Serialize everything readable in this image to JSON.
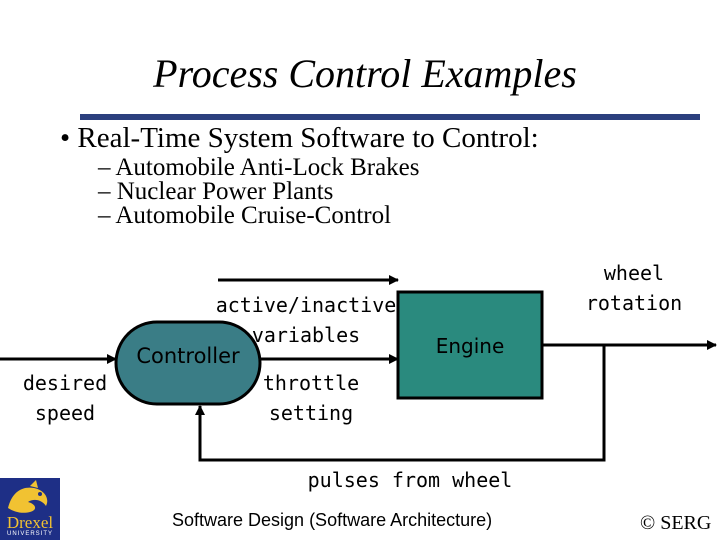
{
  "slide": {
    "title": "Process Control Examples",
    "bullet": "• Real-Time System Software to Control:",
    "subitems": [
      "– Automobile Anti-Lock Brakes",
      "– Nuclear Power Plants",
      "– Automobile Cruise-Control"
    ]
  },
  "diagram": {
    "input_label": "desired\nspeed",
    "controller_label": "Controller",
    "active_label": "active/inactive\nvariables",
    "throttle_label": "throttle\nsetting",
    "engine_label": "Engine",
    "output_label": "wheel\nrotation",
    "feedback_label": "pulses from wheel"
  },
  "footer": {
    "logo_text": "Drexel",
    "logo_subtext": "UNIVERSITY",
    "course": "Software Design (Software Architecture)",
    "copyright": "© SERG"
  },
  "colors": {
    "title_rule": "#2b3f7e",
    "controller_fill": "#3a7d86",
    "engine_fill": "#2a8a7e",
    "logo_bg": "#1e2f86",
    "logo_text": "#f1c232"
  }
}
